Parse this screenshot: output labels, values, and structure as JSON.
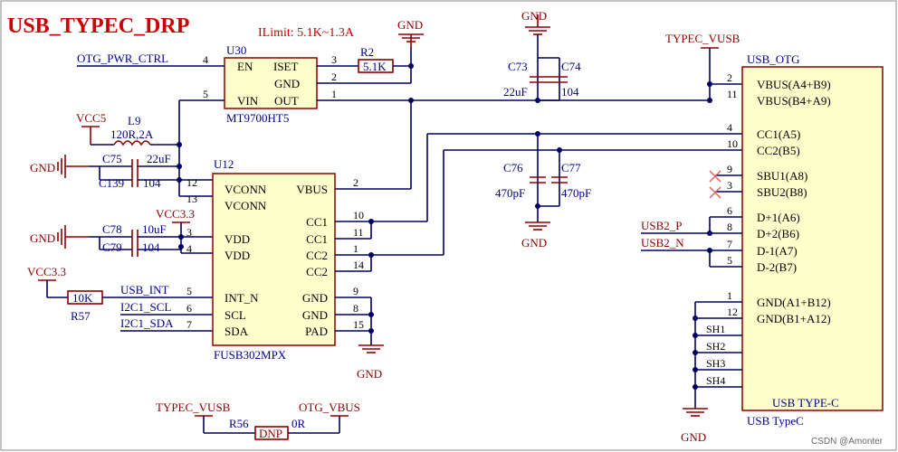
{
  "title": "USB_TYPEC_DRP",
  "note_ilimit": "ILimit: 5.1K~1.3A",
  "watermark": "CSDN @Amonter",
  "power": {
    "gnd": "GND",
    "typec_vusb": "TYPEC_VUSB",
    "vcc5": "VCC5",
    "vcc33": "VCC3.3",
    "otg_vbus": "OTG_VBUS"
  },
  "nets": {
    "otg_pwr_ctrl": "OTG_PWR_CTRL",
    "usb_int": "USB_INT",
    "i2c1_scl": "I2C1_SCL",
    "i2c1_sda": "I2C1_SDA",
    "usb2_p": "USB2_P",
    "usb2_n": "USB2_N"
  },
  "u30": {
    "ref": "U30",
    "part": "MT9700HT5",
    "pins": {
      "en": "EN",
      "iset": "ISET",
      "gnd": "GND",
      "vin": "VIN",
      "out": "OUT"
    },
    "nums": {
      "en": "4",
      "iset": "3",
      "gnd": "2",
      "vin": "5",
      "out": "1"
    }
  },
  "r2": {
    "ref": "R2",
    "value": "5.1K"
  },
  "c73": {
    "ref": "C73",
    "value": "22uF"
  },
  "c74": {
    "ref": "C74",
    "value": "104"
  },
  "c76": {
    "ref": "C76",
    "value": "470pF"
  },
  "c77": {
    "ref": "C77",
    "value": "470pF"
  },
  "l9": {
    "ref": "L9",
    "value": "120R,2A"
  },
  "c75": {
    "ref": "C75",
    "value": "22uF"
  },
  "c139": {
    "ref": "C139",
    "value": "104"
  },
  "c78": {
    "ref": "C78",
    "value": "10uF"
  },
  "c79": {
    "ref": "C79",
    "value": "104"
  },
  "r57": {
    "ref": "R57",
    "value": "10K"
  },
  "r56": {
    "ref": "R56",
    "value": "0R",
    "dnp": "DNP"
  },
  "u12": {
    "ref": "U12",
    "part": "FUSB302MPX",
    "left_pins": [
      {
        "name": "VCONN",
        "num": "12"
      },
      {
        "name": "VCONN",
        "num": "13"
      },
      {
        "name": "VDD",
        "num": "3"
      },
      {
        "name": "VDD",
        "num": "4"
      },
      {
        "name": "INT_N",
        "num": "5"
      },
      {
        "name": "SCL",
        "num": "6"
      },
      {
        "name": "SDA",
        "num": "7"
      }
    ],
    "right_pins": [
      {
        "name": "VBUS",
        "num": "2"
      },
      {
        "name": "CC1",
        "num": "10"
      },
      {
        "name": "CC1",
        "num": "11"
      },
      {
        "name": "CC2",
        "num": "1"
      },
      {
        "name": "CC2",
        "num": "14"
      },
      {
        "name": "GND",
        "num": "9"
      },
      {
        "name": "GND",
        "num": "8"
      },
      {
        "name": "PAD",
        "num": "15"
      }
    ]
  },
  "usb_otg": {
    "ref": "USB_OTG",
    "part": "USB TYPE-C",
    "footprint": "USB TypeC",
    "pins": [
      {
        "name": "VBUS(A4+B9)",
        "num": "2"
      },
      {
        "name": "VBUS(B4+A9)",
        "num": "11"
      },
      {
        "name": "CC1(A5)",
        "num": "4"
      },
      {
        "name": "CC2(B5)",
        "num": "10"
      },
      {
        "name": "SBU1(A8)",
        "num": "9"
      },
      {
        "name": "SBU2(B8)",
        "num": "3"
      },
      {
        "name": "D+1(A6)",
        "num": "6"
      },
      {
        "name": "D+2(B6)",
        "num": "8"
      },
      {
        "name": "D-1(A7)",
        "num": "7"
      },
      {
        "name": "D-2(B7)",
        "num": "5"
      },
      {
        "name": "GND(A1+B12)",
        "num": "1"
      },
      {
        "name": "GND(B1+A12)",
        "num": "12"
      }
    ],
    "shield_pins": [
      "SH1",
      "SH2",
      "SH3",
      "SH4"
    ]
  }
}
